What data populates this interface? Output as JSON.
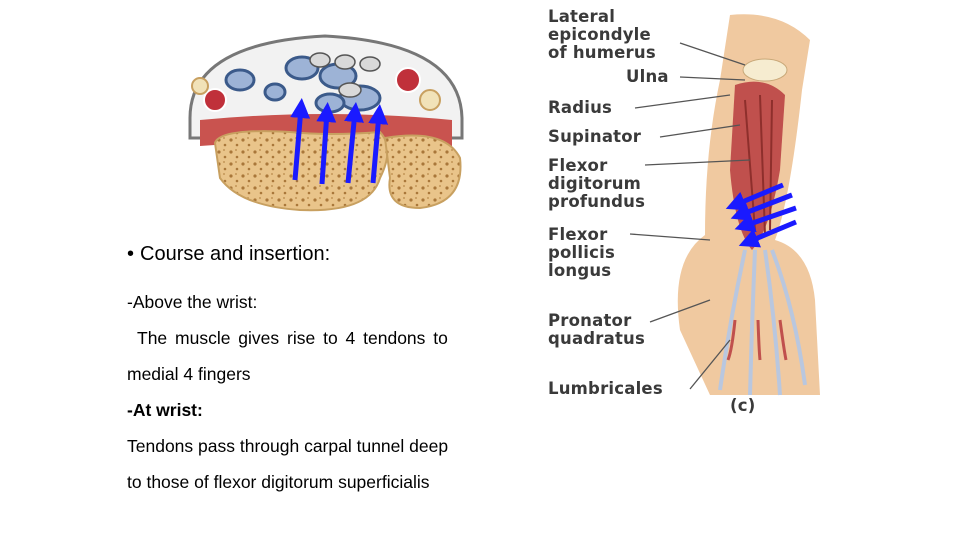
{
  "content": {
    "heading": "Course and insertion:",
    "bullet": "•",
    "lines": [
      {
        "text": "-Above the wrist:",
        "bold": false
      },
      {
        "text": "The muscle gives rise to 4 tendons to",
        "bold": false,
        "indent": true
      },
      {
        "text": "medial 4 fingers",
        "bold": false
      },
      {
        "text": "-At wrist:",
        "bold": true
      },
      {
        "text": "Tendons pass through carpal tunnel deep",
        "bold": false
      },
      {
        "text": "to those of flexor digitorum superficialis",
        "bold": false
      }
    ]
  },
  "forearm_figure": {
    "labels": {
      "lateral_epicondyle": [
        "Lateral",
        "epicondyle",
        "of humerus"
      ],
      "ulna": "Ulna",
      "radius": "Radius",
      "supinator": "Supinator",
      "fdp": [
        "Flexor",
        "digitorum",
        "profundus"
      ],
      "fpl": [
        "Flexor",
        "pollicis",
        "longus"
      ],
      "pronator": [
        "Pronator",
        "quadratus"
      ],
      "lumbricales": "Lumbricales",
      "panel": "(c)"
    }
  },
  "colors": {
    "arrow": "#1a1aff",
    "muscle": "#c0504d",
    "bone": "#e8c58a",
    "tendon_ring": "#3b5a8a",
    "skin": "#f0c9a0",
    "label_text": "#3a3a3a"
  }
}
